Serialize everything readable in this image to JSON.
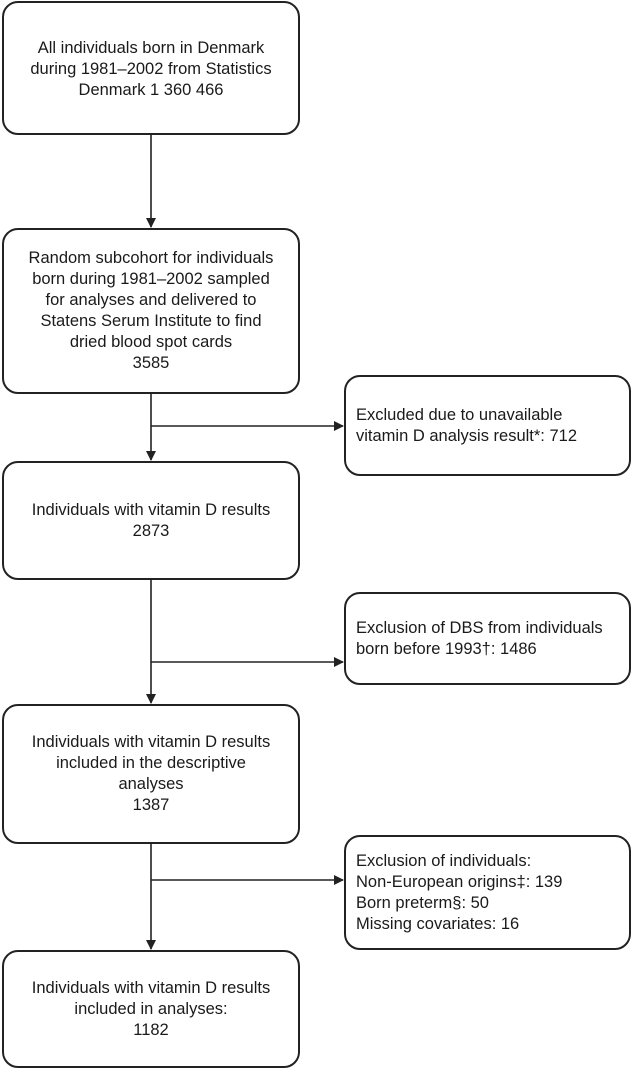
{
  "boxes": {
    "all_born": {
      "lines": [
        "All individuals born in Denmark",
        "during 1981–2002 from Statistics",
        "Denmark 1 360 466"
      ]
    },
    "random_subcohort": {
      "lines": [
        "Random subcohort for individuals",
        "born during 1981–2002 sampled",
        "for analyses and delivered to",
        "Statens Serum Institute to find",
        "dried blood spot cards",
        "3585"
      ]
    },
    "excluded_unavailable": {
      "lines": [
        "Excluded due to unavailable",
        "vitamin D analysis result*: 712"
      ]
    },
    "with_vitd": {
      "lines": [
        "Individuals with vitamin D results",
        "2873"
      ]
    },
    "excluded_dbs": {
      "lines": [
        "Exclusion of DBS from individuals",
        "born before 1993†: 1486"
      ]
    },
    "descriptive": {
      "lines": [
        "Individuals with vitamin D results",
        "included in the descriptive",
        "analyses",
        "1387"
      ]
    },
    "excluded_individuals": {
      "lines": [
        "Exclusion of individuals:",
        "Non-European origins‡: 139",
        "Born preterm§: 50",
        "Missing covariates: 16"
      ]
    },
    "final": {
      "lines": [
        "Individuals with vitamin D results",
        "included in analyses:",
        "1182"
      ]
    }
  },
  "colors": {
    "stroke": "#222222",
    "text": "#1a1a1a",
    "background": "#ffffff"
  }
}
